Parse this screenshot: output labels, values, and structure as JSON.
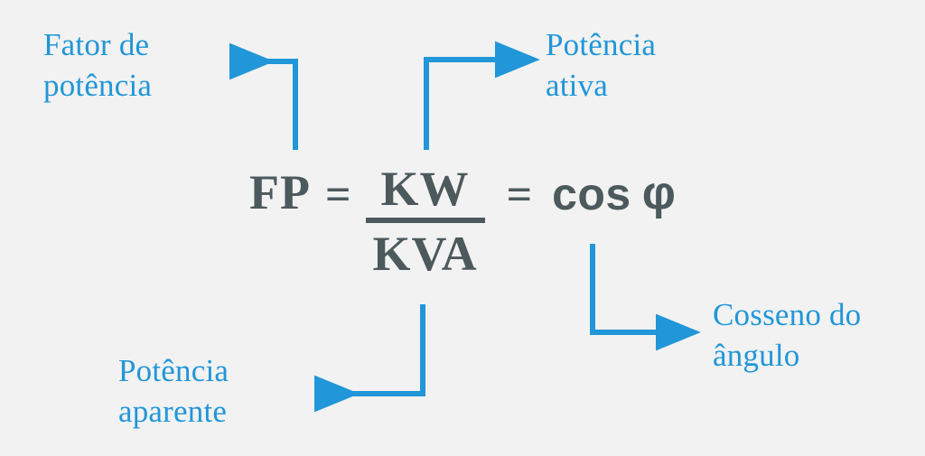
{
  "background_color": "#f2f2f2",
  "accent_color": "#2196d8",
  "formula_color": "#4c595d",
  "formula": {
    "left_term": "FP",
    "equals_1": "=",
    "numerator": "KW",
    "denominator": "KVA",
    "equals_2": "=",
    "cos": "cos",
    "phi": "φ"
  },
  "labels": {
    "power_factor": "Fator de\npotência",
    "active_power": "Potência\nativa",
    "cosine_angle": "Cosseno do\nângulo",
    "apparent_power": "Potência\naparente"
  }
}
